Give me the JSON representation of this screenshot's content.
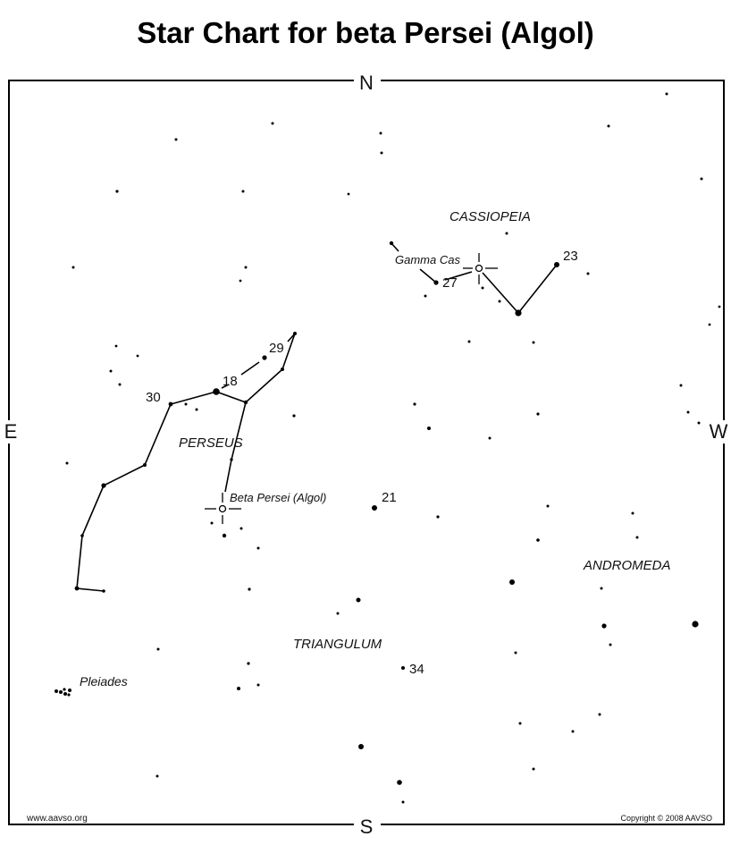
{
  "title": "Star Chart for beta Persei (Algol)",
  "compass": {
    "north": "N",
    "south": "S",
    "east": "E",
    "west": "W"
  },
  "constellations": [
    "CASSIOPEIA",
    "PERSEUS",
    "ANDROMEDA",
    "TRIANGULUM"
  ],
  "objects": {
    "gamma_cas": "Gamma Cas",
    "algol": "Beta Persei (Algol)",
    "pleiades": "Pleiades"
  },
  "comparison_stars": [
    "23",
    "27",
    "29",
    "18",
    "30",
    "21",
    "34"
  ],
  "footer": {
    "website": "www.aavso.org",
    "copyright": "Copyright © 2008 AAVSO"
  },
  "colors": {
    "ink": "#000000",
    "background": "#ffffff"
  }
}
